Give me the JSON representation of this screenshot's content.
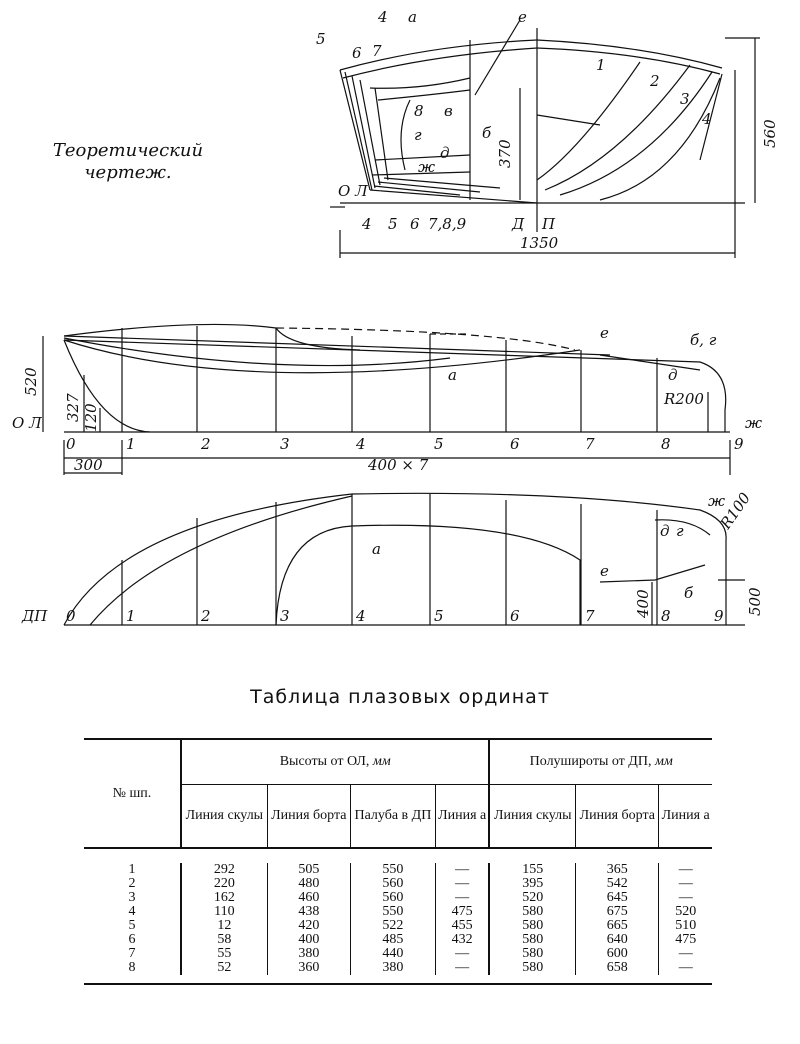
{
  "caption": {
    "line1": "Теоретический",
    "line2": "чертеж."
  },
  "drawing1": {
    "labels_top": [
      "5",
      "6",
      "7",
      "4",
      "а",
      "е"
    ],
    "labels_mid": [
      "8",
      "в",
      "г",
      "б",
      "д",
      "ж"
    ],
    "labels_bottom": [
      "4",
      "5",
      "6",
      "7,8,9"
    ],
    "ol": "О Л",
    "d": "Д",
    "p": "П",
    "dim_370": "370",
    "dim_560": "560",
    "dim_1350": "1350",
    "curves_right": [
      "1",
      "2",
      "3",
      "4"
    ]
  },
  "drawing2": {
    "stations": [
      "0",
      "1",
      "2",
      "3",
      "4",
      "5",
      "6",
      "7",
      "8",
      "9"
    ],
    "ol": "О Л",
    "dim_520": "520",
    "dim_327": "327",
    "dim_120": "120",
    "dim_300": "300",
    "dim_400x7": "400 × 7",
    "label_a": "а",
    "label_e": "е",
    "label_bg": "б, г",
    "label_d": "д",
    "label_r": "R200",
    "label_zh": "ж"
  },
  "drawing3": {
    "stations": [
      "0",
      "1",
      "2",
      "3",
      "4",
      "5",
      "6",
      "7",
      "8",
      "9"
    ],
    "dp": "ДП",
    "label_a": "а",
    "label_e": "е",
    "label_b": "б",
    "label_d": "д",
    "label_g": "г",
    "label_zh": "ж",
    "label_r": "R100",
    "dim_400": "400",
    "dim_500": "500"
  },
  "table": {
    "title": "Таблица плазовых ординат",
    "col_no": "№ шп.",
    "group1": "Высоты от ОЛ,",
    "group2": "Полуширoты от ДП,",
    "unit": "мм",
    "headers": [
      "Линия скулы",
      "Линия борта",
      "Палуба в ДП",
      "Линия а",
      "Линия скулы",
      "Линия борта",
      "Линия а"
    ],
    "rows": [
      [
        "1",
        "292",
        "505",
        "550",
        "—",
        "155",
        "365",
        "—"
      ],
      [
        "2",
        "220",
        "480",
        "560",
        "—",
        "395",
        "542",
        "—"
      ],
      [
        "3",
        "162",
        "460",
        "560",
        "—",
        "520",
        "645",
        "—"
      ],
      [
        "4",
        "110",
        "438",
        "550",
        "475",
        "580",
        "675",
        "520"
      ],
      [
        "5",
        "12",
        "420",
        "522",
        "455",
        "580",
        "665",
        "510"
      ],
      [
        "6",
        "58",
        "400",
        "485",
        "432",
        "580",
        "640",
        "475"
      ],
      [
        "7",
        "55",
        "380",
        "440",
        "—",
        "580",
        "600",
        "—"
      ],
      [
        "8",
        "52",
        "360",
        "380",
        "—",
        "580",
        "658",
        "—"
      ]
    ]
  }
}
